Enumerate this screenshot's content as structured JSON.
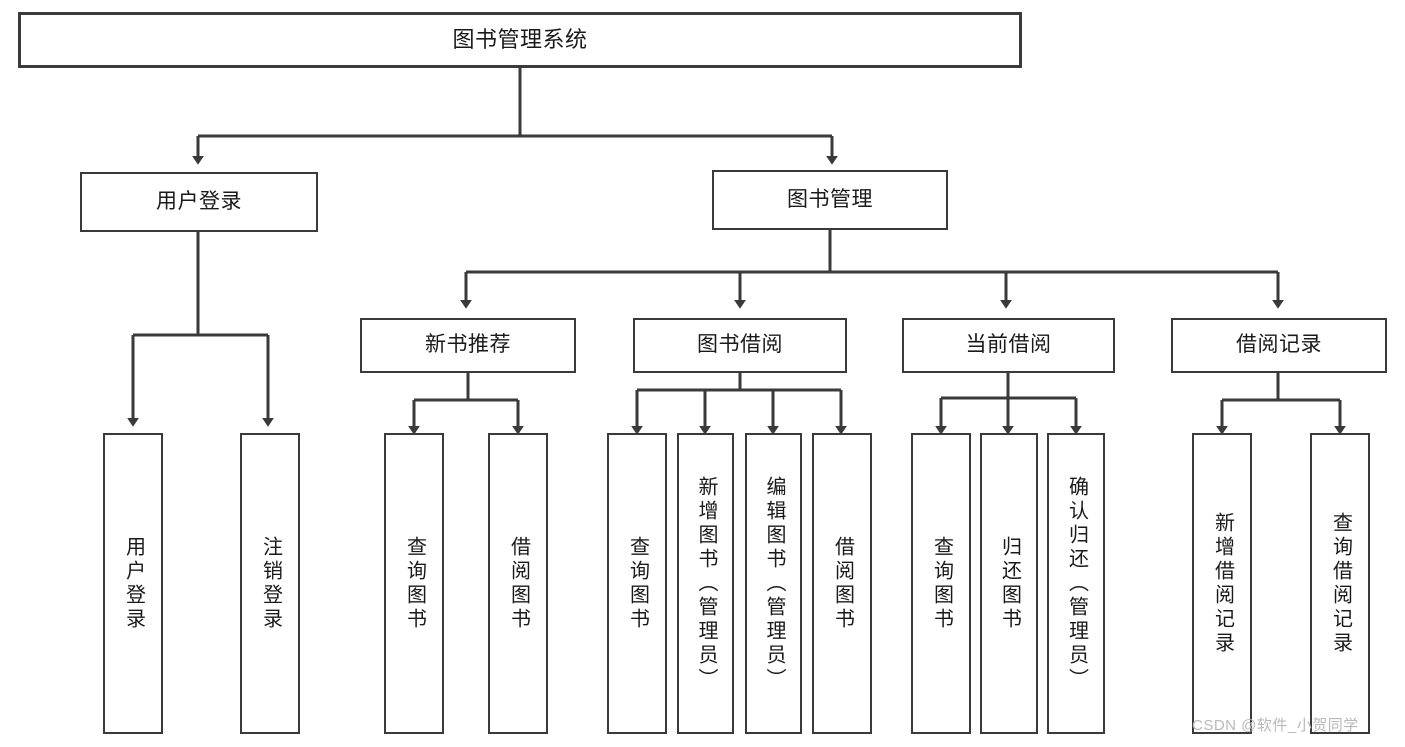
{
  "diagram": {
    "type": "tree-hierarchy",
    "title": "图书管理系统",
    "orientation": "top-down",
    "background_color": "#ffffff",
    "line_color": "#3a3a3a",
    "box_fill": "#ffffff",
    "text_color": "#1a1a1a"
  },
  "root": {
    "label": "图书管理系统"
  },
  "level2": [
    {
      "id": "user-login",
      "label": "用户登录"
    },
    {
      "id": "book-manage",
      "label": "图书管理"
    }
  ],
  "level3": [
    {
      "id": "new-book-rec",
      "label": "新书推荐",
      "parent": "book-manage"
    },
    {
      "id": "book-borrow",
      "label": "图书借阅",
      "parent": "book-manage"
    },
    {
      "id": "current-borrow",
      "label": "当前借阅",
      "parent": "book-manage"
    },
    {
      "id": "borrow-record",
      "label": "借阅记录",
      "parent": "book-manage"
    }
  ],
  "leaves": [
    {
      "id": "leaf-user-login",
      "label": "用户登录",
      "parent": "user-login"
    },
    {
      "id": "leaf-logout",
      "label": "注销登录",
      "parent": "user-login"
    },
    {
      "id": "leaf-query-book-1",
      "label": "查询图书",
      "parent": "new-book-rec"
    },
    {
      "id": "leaf-borrow-book-1",
      "label": "借阅图书",
      "parent": "new-book-rec"
    },
    {
      "id": "leaf-query-book-2",
      "label": "查询图书",
      "parent": "book-borrow"
    },
    {
      "id": "leaf-add-book",
      "label": "新增图书（管理员）",
      "parent": "book-borrow"
    },
    {
      "id": "leaf-edit-book",
      "label": "编辑图书（管理员）",
      "parent": "book-borrow"
    },
    {
      "id": "leaf-borrow-book-2",
      "label": "借阅图书",
      "parent": "book-borrow"
    },
    {
      "id": "leaf-query-book-3",
      "label": "查询图书",
      "parent": "current-borrow"
    },
    {
      "id": "leaf-return-book",
      "label": "归还图书",
      "parent": "current-borrow"
    },
    {
      "id": "leaf-confirm-return",
      "label": "确认归还（管理员）",
      "parent": "current-borrow"
    },
    {
      "id": "leaf-add-record",
      "label": "新增借阅记录",
      "parent": "borrow-record"
    },
    {
      "id": "leaf-query-record",
      "label": "查询借阅记录",
      "parent": "borrow-record"
    }
  ],
  "watermark": {
    "text": "CSDN @软件_小贺同学"
  }
}
